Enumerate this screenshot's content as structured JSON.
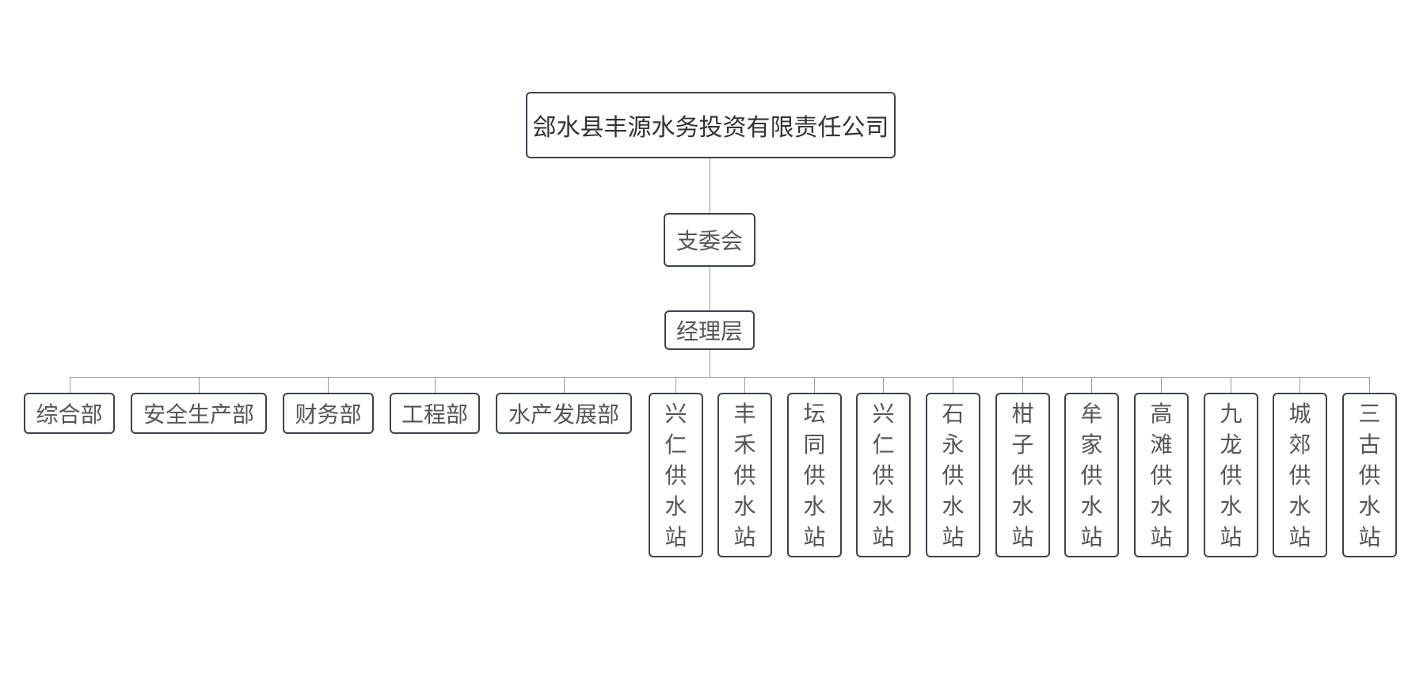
{
  "org_chart": {
    "root": "郐水县丰源水务投资有限责任公司",
    "level2": "支委会",
    "level3": "经理层",
    "departments": [
      "综合部",
      "安全生产部",
      "财务部",
      "工程部",
      "水产发展部"
    ],
    "stations": [
      "兴仁供水站",
      "丰禾供水站",
      "坛同供水站",
      "兴仁供水站",
      "石永供水站",
      "柑子供水站",
      "牟家供水站",
      "高滩供水站",
      "九龙供水站",
      "城郊供水站",
      "三古供水站"
    ]
  }
}
